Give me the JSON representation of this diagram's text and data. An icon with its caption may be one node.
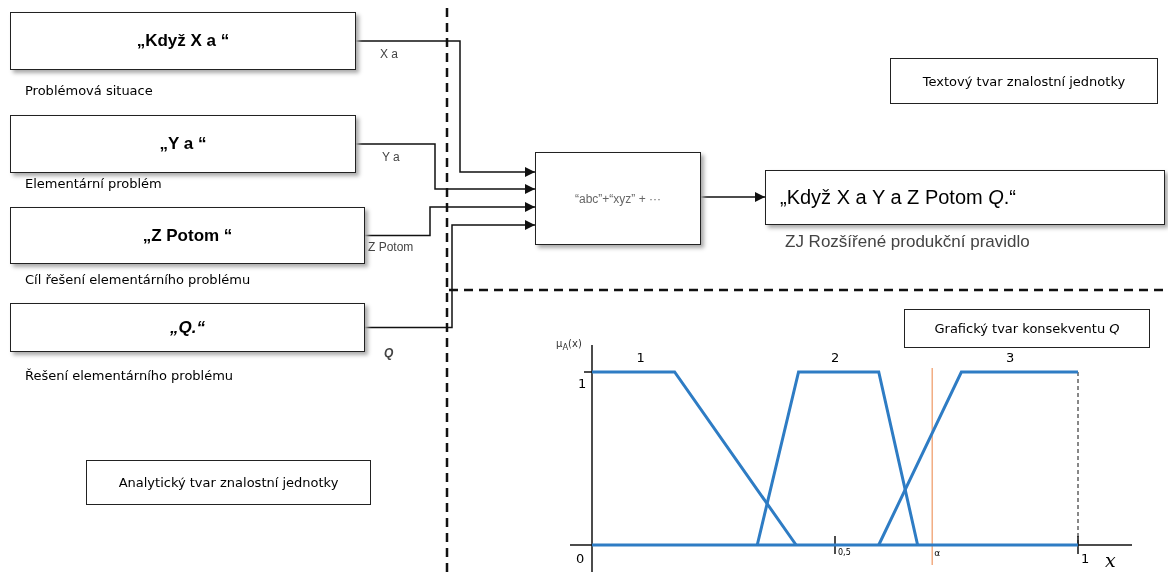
{
  "diagram": {
    "nodes": [
      {
        "text": [
          "„Když X a “"
        ],
        "beside": [
          "Problémová situace"
        ]
      },
      {
        "text": [
          "„Y a “"
        ],
        "beside": [
          "Elementární problém"
        ]
      },
      {
        "text": [
          "„Z Potom “"
        ],
        "beside": [
          "Cíl řešení elementárního problému"
        ]
      },
      {
        "text": [
          "„Q.“"
        ],
        "beside": [
          "Řešení elementárního problému"
        ]
      },
      {
        "text": [
          "“abc”+“xyz” + ···"
        ]
      },
      {
        "text": [
          "„Když X a Y a Z Potom *Q*.“"
        ],
        "beside": [
          "ZJ Rozšířené produkční pravidlo"
        ]
      },
      {
        "text": [
          "Textový tvar znalostní jednotky"
        ]
      },
      {
        "text": [
          "Analytický tvar znalostní jednotky"
        ]
      },
      {
        "text": [
          "Grafický tvar konsekventu *Q*"
        ]
      }
    ],
    "edges": [
      {
        "from": 0,
        "to": 4,
        "arrow": "to",
        "label": "X a"
      },
      {
        "from": 1,
        "to": 4,
        "arrow": "to",
        "label": "Y a"
      },
      {
        "from": 2,
        "to": 4,
        "arrow": "to",
        "label": "Z Potom"
      },
      {
        "from": 3,
        "to": 4,
        "arrow": "to",
        "label": "Q"
      },
      {
        "from": 4,
        "to": 5,
        "arrow": "to"
      }
    ],
    "labels": [
      "μ$_{A}$(x)",
      "1",
      "2",
      "3",
      "1",
      "0",
      "0,5",
      "α",
      "1",
      "x"
    ]
  }
}
